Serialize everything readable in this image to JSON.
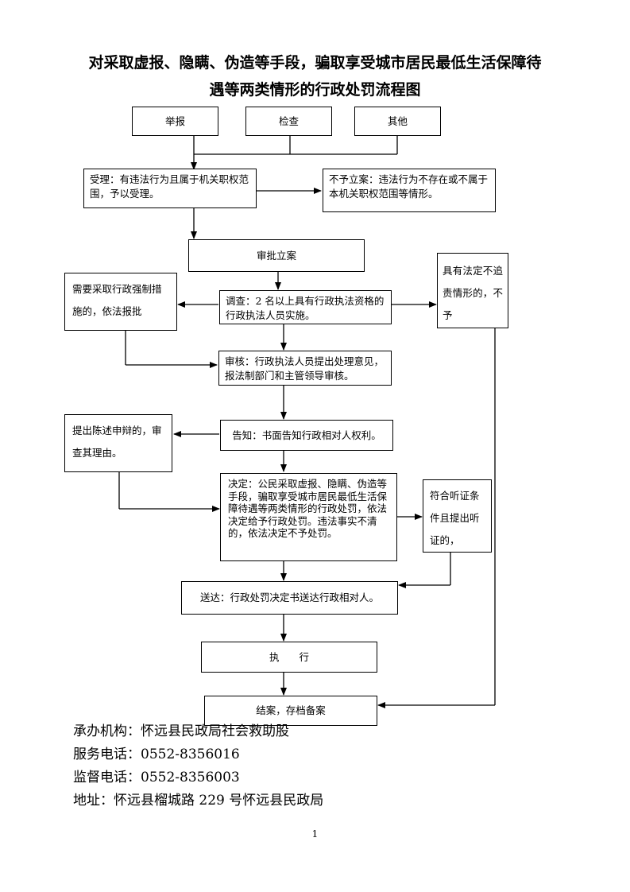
{
  "title": {
    "line1": "对采取虚报、隐瞒、伪造等手段，骗取享受城市居民最低生活保障待",
    "line2": "遇等两类情形的行政处罚流程图"
  },
  "boxes": {
    "report": "举报",
    "inspect": "检查",
    "other": "其他",
    "accept": "受理：有违法行为且属于机关职权范围，予以受理。",
    "not_file": "不予立案：违法行为不存在或不属于本机关职权范围等情形。",
    "approve": "审批立案",
    "coercive": "需要采取行政强制措施的，依法报批",
    "investigate": "调查：2 名以上具有行政执法资格的行政执法人员实施。",
    "no_liability": "具有法定不追责情形的，不予",
    "review": "审核：行政执法人员提出处理意见，报法制部门和主管领导审核。",
    "defense": "提出陈述申辩的，审查其理由。",
    "notify": "告知：书面告知行政相对人权利。",
    "decide": "决定：公民采取虚报、隐瞒、伪造等手段，骗取享受城市居民最低生活保障待遇等两类情形的行政处罚，依法决定给予行政处罚。违法事实不清的，依法决定不予处罚。",
    "hearing": "符合听证条件且提出听证的，",
    "deliver": "送达：行政处罚决定书送达行政相对人。",
    "execute": "执　　行",
    "close": "结案，存档备案"
  },
  "footer": {
    "org": "承办机构：怀远县民政局社会救助股",
    "service_phone": "服务电话：0552-8356016",
    "supervise_phone": "监督电话：0552-8356003",
    "address": "地址：怀远县榴城路 229 号怀远县民政局"
  },
  "page_number": "1"
}
